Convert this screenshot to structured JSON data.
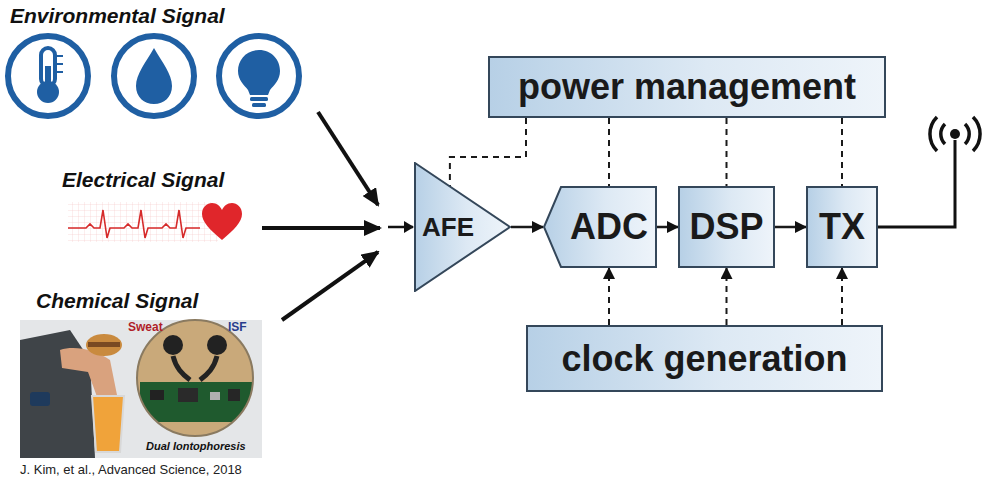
{
  "diagram": {
    "nodes": [
      {
        "text": [
          "power management"
        ]
      },
      {
        "text": [
          "AFE"
        ]
      },
      {
        "text": [
          "ADC"
        ]
      },
      {
        "text": [
          "DSP"
        ]
      },
      {
        "text": [
          "TX"
        ]
      },
      {
        "text": [
          "clock generation"
        ]
      }
    ],
    "edges": [
      {
        "from": 1,
        "to": 2,
        "arrow": "to"
      },
      {
        "from": 2,
        "to": 3,
        "arrow": "to"
      },
      {
        "from": 3,
        "to": 4,
        "arrow": "to"
      },
      {
        "from": 0,
        "to": 1,
        "arrow": "none"
      },
      {
        "from": 0,
        "to": 2,
        "arrow": "none"
      },
      {
        "from": 0,
        "to": 3,
        "arrow": "none"
      },
      {
        "from": 0,
        "to": 4,
        "arrow": "none"
      },
      {
        "from": 5,
        "to": 2,
        "arrow": "to"
      },
      {
        "from": 5,
        "to": 3,
        "arrow": "to"
      },
      {
        "from": 5,
        "to": 4,
        "arrow": "to"
      }
    ],
    "labels": [
      "Environmental Signal",
      "Electrical Signal",
      "Chemical Signal",
      "Sweat",
      "ISF",
      "Dual Iontophoresis",
      "J. Kim, et al., Advanced Science, 2018"
    ]
  }
}
